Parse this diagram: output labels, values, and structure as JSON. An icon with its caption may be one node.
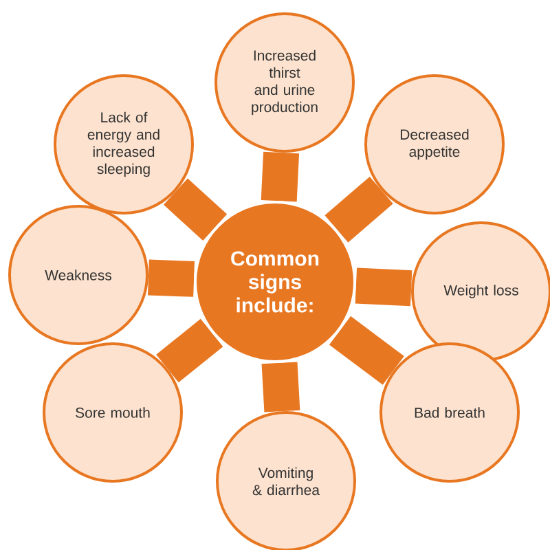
{
  "diagram": {
    "nodes": [
      {
        "text": [
          "Common signs include:"
        ]
      },
      {
        "text": [
          "Increased thirst and urine production"
        ]
      },
      {
        "text": [
          "Decreased appetite"
        ]
      },
      {
        "text": [
          "Weight loss"
        ]
      },
      {
        "text": [
          "Bad breath"
        ]
      },
      {
        "text": [
          "Vomiting & diarrhea"
        ]
      },
      {
        "text": [
          "Sore mouth"
        ]
      },
      {
        "text": [
          "Weakness"
        ]
      },
      {
        "text": [
          "Lack of energy and increased sleeping"
        ]
      }
    ],
    "edges": [
      {
        "from": 0,
        "to": 1,
        "arrow": "none"
      },
      {
        "from": 0,
        "to": 2,
        "arrow": "none"
      },
      {
        "from": 0,
        "to": 3,
        "arrow": "none"
      },
      {
        "from": 0,
        "to": 4,
        "arrow": "none"
      },
      {
        "from": 0,
        "to": 5,
        "arrow": "none"
      },
      {
        "from": 0,
        "to": 6,
        "arrow": "none"
      },
      {
        "from": 0,
        "to": 7,
        "arrow": "none"
      },
      {
        "from": 0,
        "to": 8,
        "arrow": "none"
      }
    ]
  }
}
